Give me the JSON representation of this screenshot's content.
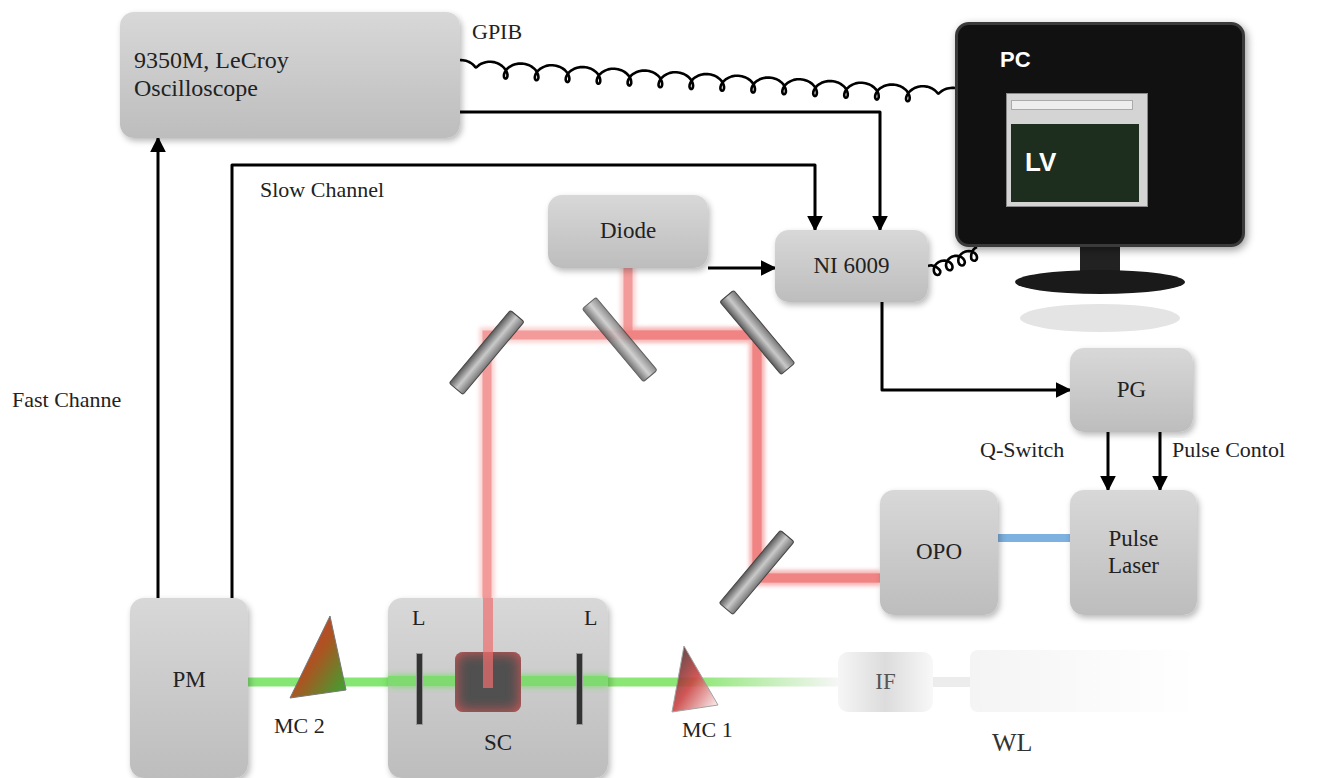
{
  "diagram": {
    "nodes": [
      {
        "text": [
          "9350M, LeCroy Oscilloscope"
        ]
      },
      {
        "text": [
          "PC",
          "LV"
        ]
      },
      {
        "text": [
          "Diode"
        ]
      },
      {
        "text": [
          "NI 6009"
        ]
      },
      {
        "text": [
          "PG"
        ]
      },
      {
        "text": [
          "OPO"
        ]
      },
      {
        "text": [
          "Pulse Laser"
        ]
      },
      {
        "text": [
          "PM"
        ]
      },
      {
        "text": [
          "SC"
        ]
      },
      {
        "text": [
          "IF"
        ]
      },
      {
        "text": [
          "WL"
        ]
      }
    ],
    "edges": [
      {
        "from": 7,
        "to": 0,
        "arrow": "to",
        "label": "Fast Channe"
      },
      {
        "from": 7,
        "to": 3,
        "arrow": "to",
        "label": "Slow Channel"
      },
      {
        "from": 0,
        "to": 1,
        "arrow": "none",
        "label": "GPIB"
      },
      {
        "from": 0,
        "to": 3,
        "arrow": "to"
      },
      {
        "from": 2,
        "to": 3,
        "arrow": "to"
      },
      {
        "from": 3,
        "to": 1,
        "arrow": "none"
      },
      {
        "from": 3,
        "to": 4,
        "arrow": "to"
      },
      {
        "from": 4,
        "to": 6,
        "arrow": "to",
        "label": "Q-Switch"
      },
      {
        "from": 4,
        "to": 6,
        "arrow": "to",
        "label": "Pulse Contol"
      },
      {
        "from": 6,
        "to": 5,
        "arrow": "none"
      },
      {
        "from": 5,
        "to": 2,
        "arrow": "none"
      },
      {
        "from": 5,
        "to": 8,
        "arrow": "none"
      },
      {
        "from": 10,
        "to": 9,
        "arrow": "none"
      },
      {
        "from": 9,
        "to": 8,
        "arrow": "none"
      },
      {
        "from": 8,
        "to": 7,
        "arrow": "none"
      }
    ],
    "labels": [
      "L",
      "L",
      "MC 1",
      "MC 2"
    ]
  }
}
